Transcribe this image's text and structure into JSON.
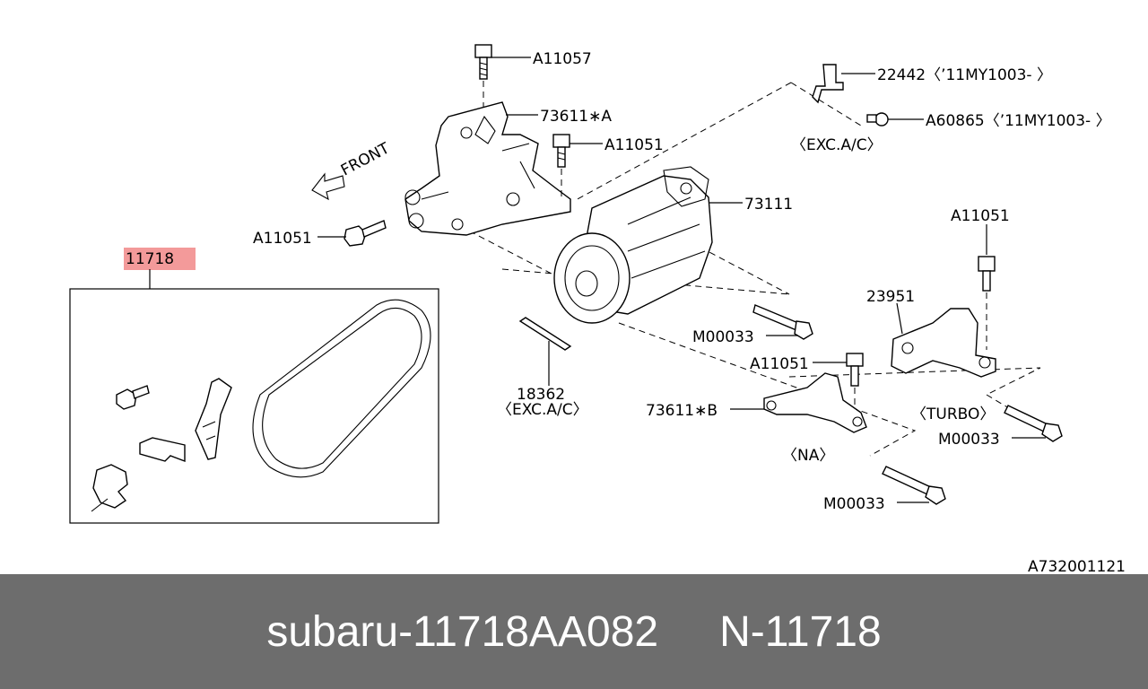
{
  "diagram": {
    "highlight_color": "#f39a9a",
    "labels": {
      "a11057": "A11057",
      "p22442": "22442〈’11MY1003- 〉",
      "p73611a": "73611∗A",
      "a60865": "A60865〈’11MY1003- 〉",
      "a11051_top": "A11051",
      "exc_ac_top": "〈EXC.A/C〉",
      "front": "FRONT",
      "p73111": "73111",
      "a11051_left": "A11051",
      "p11718": "11718",
      "a11051_right": "A11051",
      "p23951": "23951",
      "m00033_mid": "M00033",
      "a11051_mid": "A11051",
      "p18362": "18362",
      "exc_ac_bottom": "〈EXC.A/C〉",
      "p73611b": "73611∗B",
      "turbo": "〈TURBO〉",
      "m00033_right": "M00033",
      "na": "〈NA〉",
      "m00033_bottom": "M00033",
      "figure_code": "A732001121"
    }
  },
  "footer": {
    "brand": "subaru",
    "part_number": "11718AA082",
    "ref_prefix": "N",
    "ref_number": "11718",
    "separator": "-"
  }
}
